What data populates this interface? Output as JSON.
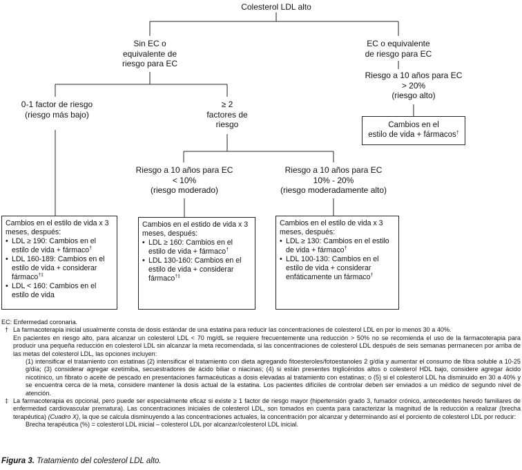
{
  "nodes": {
    "root": "Colesterol LDL alto",
    "sin_ec": [
      "Sin EC o",
      "equivalente de",
      "riesgo para EC"
    ],
    "ec": [
      "EC o equivalente",
      "de riesgo para EC"
    ],
    "ec_riesgo": [
      "Riesgo a 10 años para EC",
      "> 20%",
      "(riesgo alto)"
    ],
    "factor_01": [
      "0-1 factor de riesgo",
      "(riesgo más bajo)"
    ],
    "factor_2": [
      "≥ 2",
      "factores de",
      "riesgo"
    ],
    "moderado": [
      "Riesgo a 10 años para EC",
      "< 10%",
      "(riesgo moderado)"
    ],
    "mod_alto": [
      "Riesgo a 10 años para EC",
      "10% - 20%",
      "(riesgo moderadamente alto)"
    ]
  },
  "boxes": {
    "alto": [
      "Cambios en el",
      "estilo de vida + fármacos"
    ],
    "bajo": {
      "intro": "Cambios en el estilo de vida x 3 meses, después:",
      "items": [
        "LDL ≥ 190: Cambios en el estilo de vida + fármaco",
        "LDL 160-189: Cambios en el estilo de vida + considerar fármaco",
        "LDL < 160: Cambios en el estilo de vida"
      ]
    },
    "moderado": {
      "intro": "Cambios en el estido de vida x 3 meses, después:",
      "items": [
        "LDL ≥ 160: Cambios en el estilo de vida + fármaco",
        "LDL 130-160: Cambios en el estilo de vida + considerar fármaco"
      ]
    },
    "mod_alto": {
      "intro": "Cambios en el estilo de vida x 3 meses, después:",
      "items": [
        "LDL ≥ 130: Cambios en el estilo de vida + fármaco",
        "LDL 100-130: Cambios en el estilo de vida + considerar enfáticamente un fármaco"
      ]
    }
  },
  "marks": {
    "dagger": "†",
    "dagger_ddagger": "†‡"
  },
  "notes": {
    "ec": "EC: Enfermedad coronaria.",
    "dagger_symbol": "†",
    "dagger_p1": "La farmacoterapia inicial usualmente consta de dosis estándar de una estatina para reducir las concentraciones de colesterol LDL en por lo menos 30 a 40%.",
    "dagger_p2": "En pacientes en riesgo alto, para alcanzar un colesterol LDL < 70 mg/dL se requiere frecuentemente una reducción > 50% no se recomienda el uso de la farmacoterapia para producir una pequeña reducción en colesterol LDL sin alcanzar la meta recomendada, si las concentraciones de colesterol LDL después de seis semanas permanecen por arriba de las metas del colesterol LDL, las opciones incluyen:",
    "dagger_p3": "(1) intensificar el tratamiento con estatinas (2) intensificar el tratamiento con dieta agregando fitoesteroles/fotoestanoles 2 g/día y aumentar el consumo de fibra soluble a 10-25 g/día; (3) considerar agregar ezetimiba, secuestradores de ácido biliar o niacinas; (4) si están presentes triglicéridos altos o colesterol HDL bajo, considere agregar ácido nicotínico, un fibrato o aceite de pescado en presentaciones farmacéuticas a dosis elevadas al tratamiento con estatinas; o (5) si el colesterol LDL ha disminuido en 30 a 40% y se encuentra cerca de la meta, considere mantener la dosis actual de la estatina. Los pacientes difíciles de controlar deben ser enviados a un médico de segundo nivel de atención.",
    "ddagger_symbol": "‡",
    "ddagger_p1a": "La farmacoterapia es opcional, pero puede ser especialmente eficaz si existe ≥ 1 factor de riesgo mayor (hipertensión grado 3, fumador crónico, antecedentes heredo familiares de enfermedad cardiovascular prematura). Las concentraciones iniciales de colesterol LDL, son tomados en cuenta para caracterizar la magnitud de la reducción a realizar (brecha terapéutica)",
    "ddagger_cuadro": "(Cuadro X)",
    "ddagger_p1b": ", la que se calcula disminuyendo a las concentraciones actuales, la concentración por alcanzar y determinando así el porciento de colesterol LDL por reducir:",
    "ddagger_formula": "Brecha terapéutica (%) = colesterol LDL inicial – colesterol LDL por alcanzar/colesterol LDL inicial."
  },
  "caption": {
    "label": "Figura 3.",
    "text": " Tratamiento del colesterol LDL alto."
  }
}
